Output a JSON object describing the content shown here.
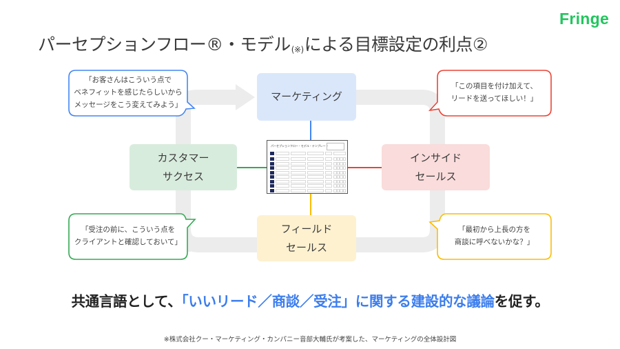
{
  "brand": {
    "name": "Fringe",
    "color": "#22c55e"
  },
  "title": {
    "before": "パーセプションフロー®・モデル",
    "note_mark": "(※)",
    "after": "による目標設定の利点②"
  },
  "colors": {
    "track": "#ececec",
    "marketing_fill": "#dae7fb",
    "customer_success_fill": "#d8ecdd",
    "inside_sales_fill": "#f9dcdb",
    "field_sales_fill": "#fdf1d0",
    "blue": "#4285f4",
    "green": "#34a853",
    "red": "#ea4335",
    "yellow": "#fbbc04",
    "highlight": "#3b7ded"
  },
  "nodes": {
    "marketing": {
      "lines": [
        "マーケティング"
      ]
    },
    "customer_success": {
      "lines": [
        "カスタマー",
        "サクセス"
      ]
    },
    "inside_sales": {
      "lines": [
        "インサイド",
        "セールス"
      ]
    },
    "field_sales": {
      "lines": [
        "フィールド",
        "セールス"
      ]
    }
  },
  "template_image": {
    "title": "パーセプションフロー・モデル・テンプレート",
    "rows": 8
  },
  "bubbles": {
    "marketing_feedback": {
      "color_key": "blue",
      "lines": [
        "「お客さんはこういう点で",
        "ベネフィットを感じたらしいから",
        "メッセージをこう変えてみよう」"
      ]
    },
    "inside_sales_feedback": {
      "color_key": "red",
      "lines": [
        "「この項目を付け加えて、",
        "リードを送ってほしい！」"
      ]
    },
    "customer_success_feedback": {
      "color_key": "green",
      "lines": [
        "「受注の前に、こういう点を",
        "クライアントと確認しておいて」"
      ]
    },
    "field_sales_feedback": {
      "color_key": "yellow",
      "lines": [
        "「最初から上長の方を",
        "商談に呼べないかな？」"
      ]
    }
  },
  "message": {
    "part1": "共通言語として、",
    "highlight1": "「いいリード／商談／受注」に関する建設的な議論",
    "part2": "を促す。"
  },
  "footnote": "※株式会社クー・マーケティング・カンパニー音部大輔氏が考案した、マーケティングの全体設計図"
}
